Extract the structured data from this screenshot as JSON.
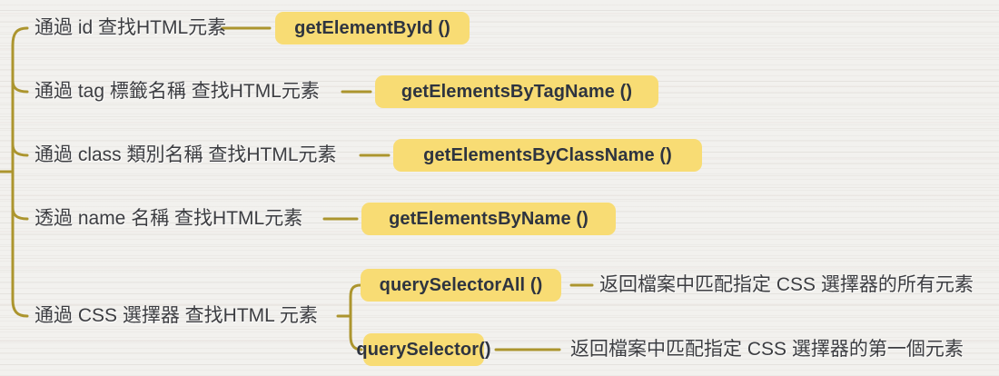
{
  "theme": {
    "background": "#f2f1ee",
    "line_color": "#ac952e",
    "node_fill": "#f8dc74",
    "node_text_color": "#2e3440",
    "label_text_color": "#3c3d41"
  },
  "mindmap": {
    "branches": [
      {
        "label": "通過 id 查找HTML元素",
        "method": "getElementById ()"
      },
      {
        "label": "通過 tag 標籤名稱 查找HTML元素",
        "method": "getElementsByTagName ()"
      },
      {
        "label": "通過 class 類別名稱 查找HTML元素",
        "method": "getElementsByClassName ()"
      },
      {
        "label": "透過 name 名稱 查找HTML元素",
        "method": "getElementsByName ()"
      },
      {
        "label": "通過 CSS 選擇器 查找HTML 元素",
        "children": [
          {
            "method": "querySelectorAll ()",
            "description": "返回檔案中匹配指定 CSS 選擇器的所有元素"
          },
          {
            "method": "querySelector()",
            "description": "返回檔案中匹配指定 CSS 選擇器的第一個元素"
          }
        ]
      }
    ]
  }
}
